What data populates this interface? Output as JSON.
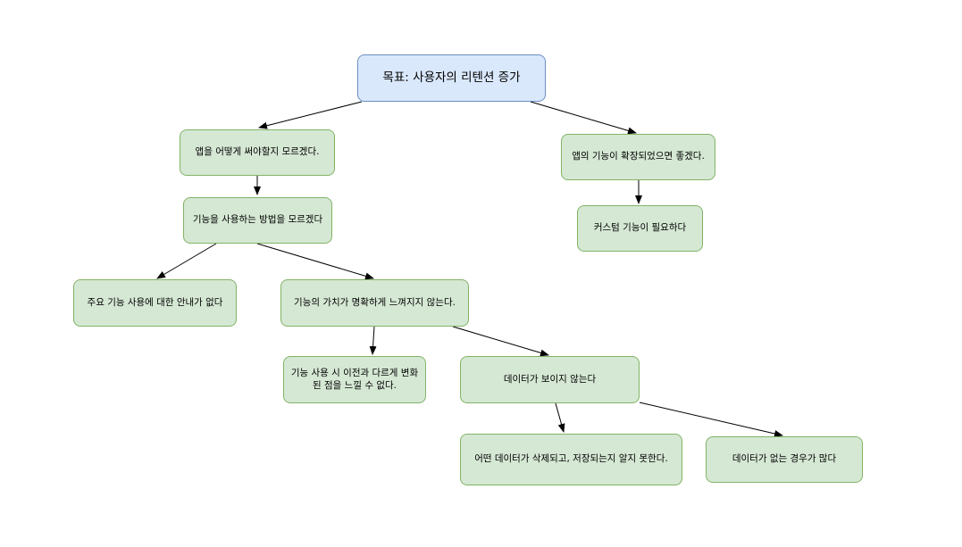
{
  "diagram": {
    "nodes": [
      {
        "id": "goal",
        "kind": "goal",
        "label": "목표: 사용자의 리텐션 증가"
      },
      {
        "id": "n1",
        "kind": "cause",
        "label": "앱을 어떻게 써야할지 모르겠다."
      },
      {
        "id": "n2",
        "kind": "cause",
        "label": "앱의 기능이 확장되었으면 좋겠다."
      },
      {
        "id": "n3",
        "kind": "cause",
        "label": "기능을 사용하는 방법을 모르겠다"
      },
      {
        "id": "n4",
        "kind": "cause",
        "label": "커스텀 기능이 필요하다"
      },
      {
        "id": "n5",
        "kind": "cause",
        "label": "주요 기능 사용에 대한 안내가 없다"
      },
      {
        "id": "n6",
        "kind": "cause",
        "label": "기능의 가치가 명확하게 느껴지지 않는다."
      },
      {
        "id": "n7",
        "kind": "cause",
        "label": "기능 사용 시 이전과 다르게 변화\n된 점을 느낄 수 없다."
      },
      {
        "id": "n8",
        "kind": "cause",
        "label": "데이터가 보이지 않는다"
      },
      {
        "id": "n9",
        "kind": "cause",
        "label": "어떤 데이터가 삭제되고, 저장되는지 알지 못한다."
      },
      {
        "id": "n10",
        "kind": "cause",
        "label": "데이터가 없는 경우가 많다"
      }
    ],
    "edges": [
      {
        "from": "goal",
        "to": "n1"
      },
      {
        "from": "goal",
        "to": "n2"
      },
      {
        "from": "n1",
        "to": "n3"
      },
      {
        "from": "n2",
        "to": "n4"
      },
      {
        "from": "n3",
        "to": "n5"
      },
      {
        "from": "n3",
        "to": "n6"
      },
      {
        "from": "n6",
        "to": "n7"
      },
      {
        "from": "n6",
        "to": "n8"
      },
      {
        "from": "n8",
        "to": "n9"
      },
      {
        "from": "n8",
        "to": "n10"
      }
    ],
    "colors": {
      "goal_fill": "#dae8fc",
      "goal_stroke": "#6c8ebf",
      "cause_fill": "#d5e8d4",
      "cause_stroke": "#82b366",
      "edge": "#000000"
    }
  }
}
